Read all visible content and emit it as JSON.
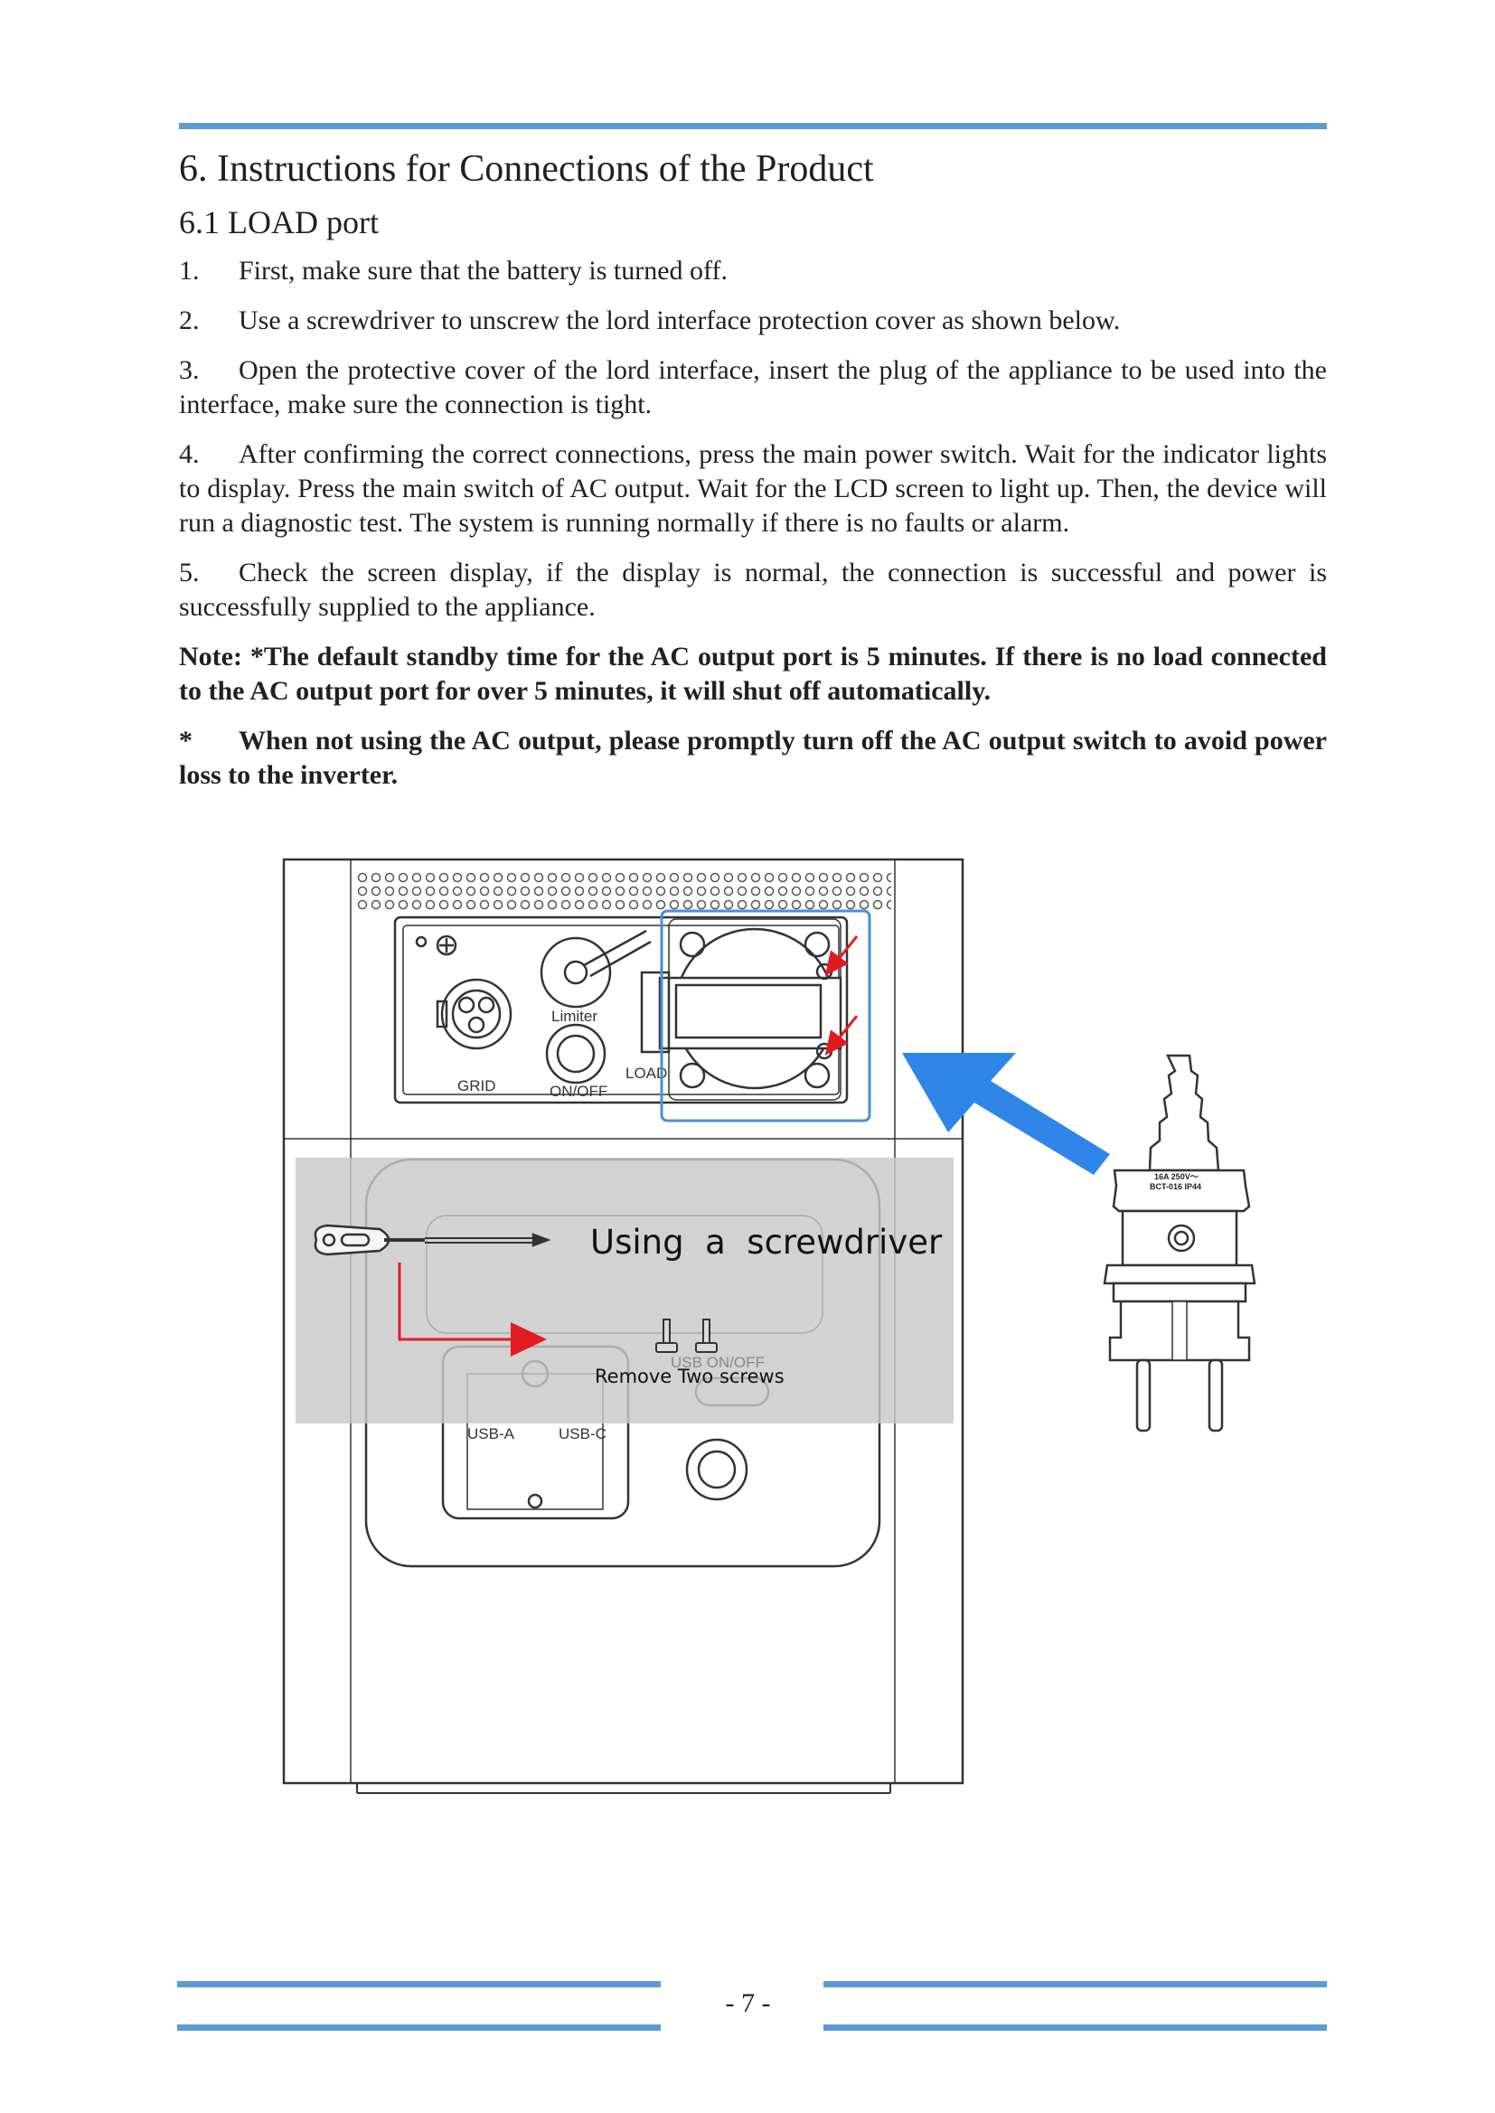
{
  "section_title": "6. Instructions for Connections of the Product",
  "subsection_title": "6.1 LOAD port",
  "steps": [
    {
      "num": "1.",
      "text": "First, make sure that the battery is turned off."
    },
    {
      "num": "2.",
      "text": "Use a screwdriver to unscrew the lord interface protection cover as shown below."
    },
    {
      "num": "3.",
      "text": "Open the protective cover of the lord interface, insert the plug of the appliance to be used into the interface, make sure the connection is tight."
    },
    {
      "num": "4.",
      "text": "After confirming the correct connections, press the main power switch. Wait for the indicator lights to display. Press the main switch of AC output. Wait for the LCD screen to light up. Then, the device will run a diagnostic test. The system is running normally if there is no faults or alarm."
    },
    {
      "num": "5.",
      "text": "Check the screen display, if the display is normal, the connection is successful and power is successfully supplied to the appliance."
    }
  ],
  "note": "Note: *The default standby time for the AC output port is 5 minutes. If there is no load connected to the AC output port for over 5 minutes, it will shut off automatically.",
  "warning": {
    "num": "*",
    "text": "When not using the AC output, please promptly turn off the AC output switch to avoid power loss to the inverter."
  },
  "figure": {
    "label_grid": "GRID",
    "label_limiter": "Limiter",
    "label_onoff": "ON/OFF",
    "label_load": "LOAD",
    "label_usba": "USB-A",
    "label_usbc": "USB-C",
    "label_usb_onoff": "USB ON/OFF",
    "caption_screwdriver": "Using  a  screwdriver",
    "caption_screws": "Remove Two screws",
    "plug_rating_1": "16A 250V～",
    "plug_rating_2": "BCT-016 IP44"
  },
  "page_number": "- 7 -",
  "colors": {
    "rule_blue": "#5b9bd5",
    "arrow_blue": "#2f86e8",
    "arrow_red": "#e11b22",
    "highlight_box": "#4a8fd6"
  }
}
